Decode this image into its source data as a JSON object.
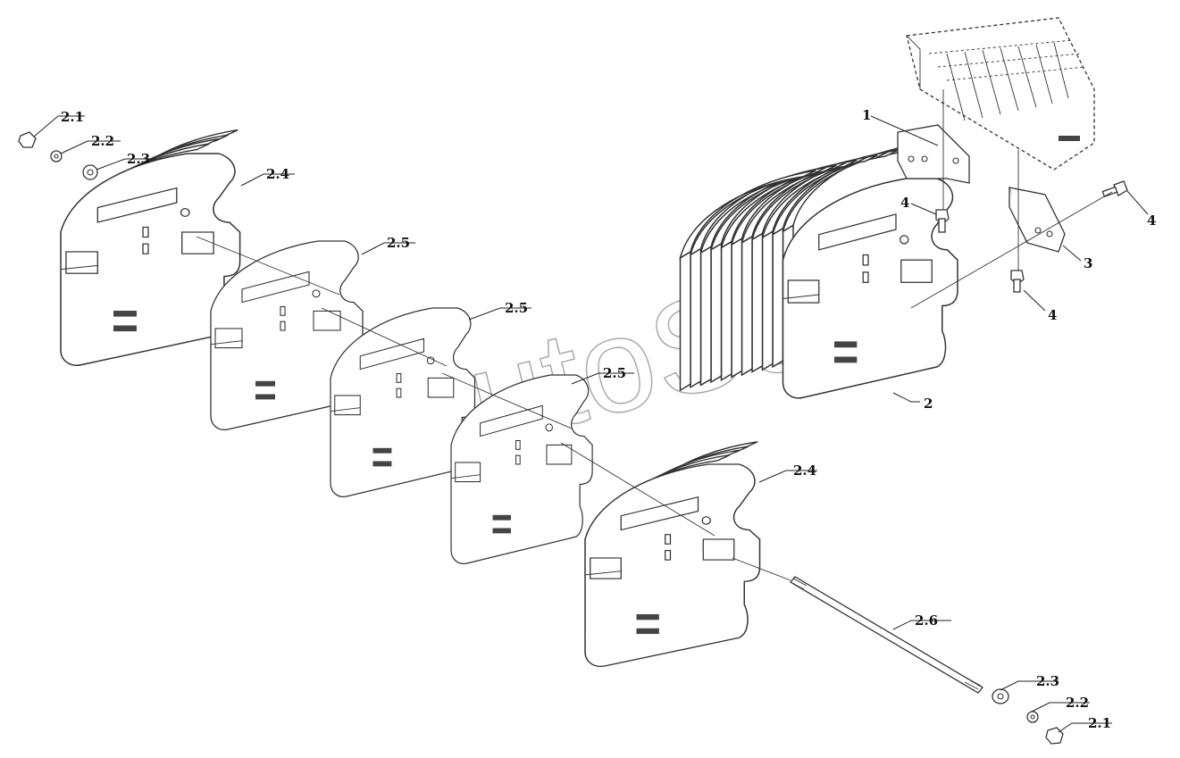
{
  "watermark": "AutoSoft",
  "callouts": {
    "c1": "1",
    "c2": "2",
    "c3": "3",
    "c4a": "4",
    "c4b": "4",
    "c4c": "4",
    "l21a": "2.1",
    "l22a": "2.2",
    "l23a": "2.3",
    "l24a": "2.4",
    "l25a": "2.5",
    "l25b": "2.5",
    "l25c": "2.5",
    "l24b": "2.4",
    "l26": "2.6",
    "l23b": "2.3",
    "l22b": "2.2",
    "l21b": "2.1"
  }
}
